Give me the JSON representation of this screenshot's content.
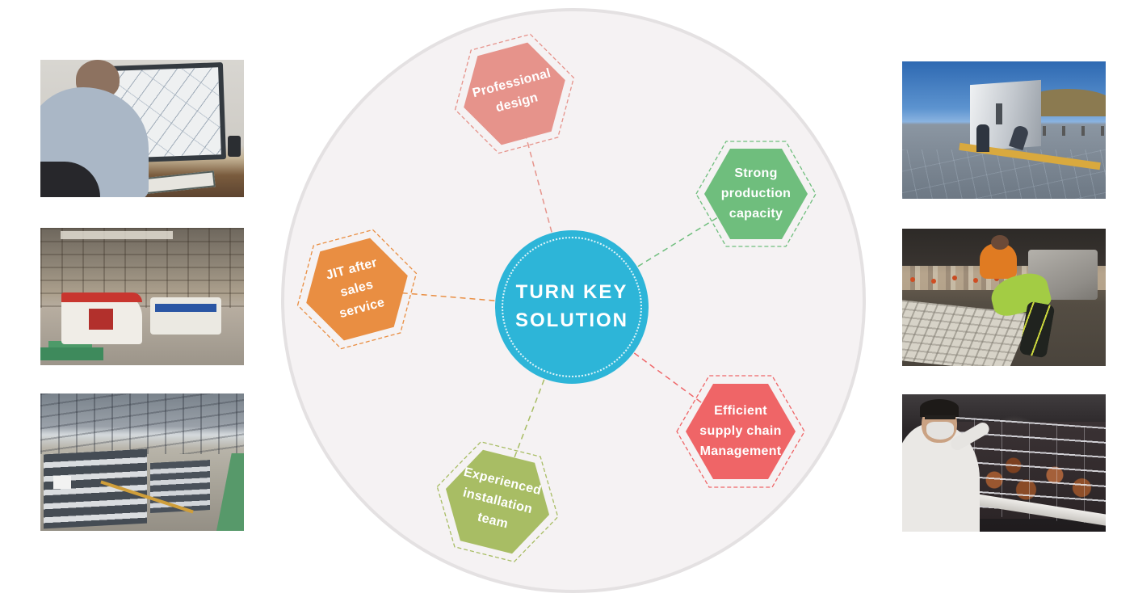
{
  "diagram": {
    "center": {
      "title": "TURN KEY\nSOLUTION",
      "color": "#2db5d8"
    },
    "hexagons": [
      {
        "id": "professional-design",
        "label": "Professional\ndesign",
        "color": "#e6938b"
      },
      {
        "id": "strong-production-capacity",
        "label": "Strong\nproduction\ncapacity",
        "color": "#6fbe7d"
      },
      {
        "id": "jit-after-sales-service",
        "label": "JIT after\nsales\nservice",
        "color": "#e98e42"
      },
      {
        "id": "efficient-supply-chain-management",
        "label": "Efficient\nsupply chain\nManagement",
        "color": "#ef6567"
      },
      {
        "id": "experienced-installation-team",
        "label": "Experienced\ninstallation\nteam",
        "color": "#a8bd64"
      }
    ],
    "big_circle_fill": "#f5f2f3",
    "big_circle_border": "#e4e1e2"
  },
  "photos": {
    "left": [
      {
        "description": "Engineer drafting a CAD layout on a desktop monitor at a desk"
      },
      {
        "description": "Factory floor with CNC punching machines and green work tables"
      },
      {
        "description": "Warehouse interior with stacked packaged equipment pallets and green floor lane"
      }
    ],
    "right": [
      {
        "description": "Poultry house under construction with workers handling panels outdoors"
      },
      {
        "description": "Two workers installing poultry equipment inside a chicken house"
      },
      {
        "description": "Technician in white lab coat and mask inspecting hens in battery cages"
      }
    ]
  }
}
